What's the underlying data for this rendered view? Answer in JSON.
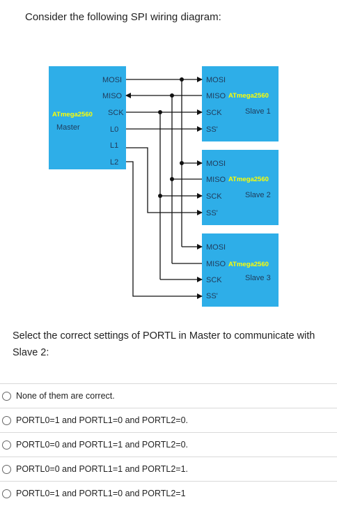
{
  "question": "Consider the following SPI wiring diagram:",
  "diagram": {
    "master": {
      "title": "ATmega2560",
      "role": "Master",
      "pins": [
        "MOSI",
        "MISO",
        "SCK",
        "L0",
        "L1",
        "L2"
      ]
    },
    "slaves": [
      {
        "title": "ATmega2560",
        "role": "Slave 1",
        "pins": [
          "MOSI",
          "MISO",
          "SCK",
          "SS'"
        ]
      },
      {
        "title": "ATmega2560",
        "role": "Slave 2",
        "pins": [
          "MOSI",
          "MISO",
          "SCK",
          "SS'"
        ]
      },
      {
        "title": "ATmega2560",
        "role": "Slave 3",
        "pins": [
          "MOSI",
          "MISO",
          "SCK",
          "SS'"
        ]
      }
    ],
    "colors": {
      "block": "#2eaee8",
      "wire": "#111111",
      "title": "#ffff00"
    }
  },
  "prompt": "Select the correct settings of PORTL in Master to communicate with Slave 2:",
  "options": [
    "None of them are correct.",
    "PORTL0=1 and PORTL1=0 and PORTL2=0.",
    "PORTL0=0 and PORTL1=1 and PORTL2=0.",
    "PORTL0=0 and PORTL1=1 and PORTL2=1.",
    "PORTL0=1 and PORTL1=0 and PORTL2=1"
  ]
}
